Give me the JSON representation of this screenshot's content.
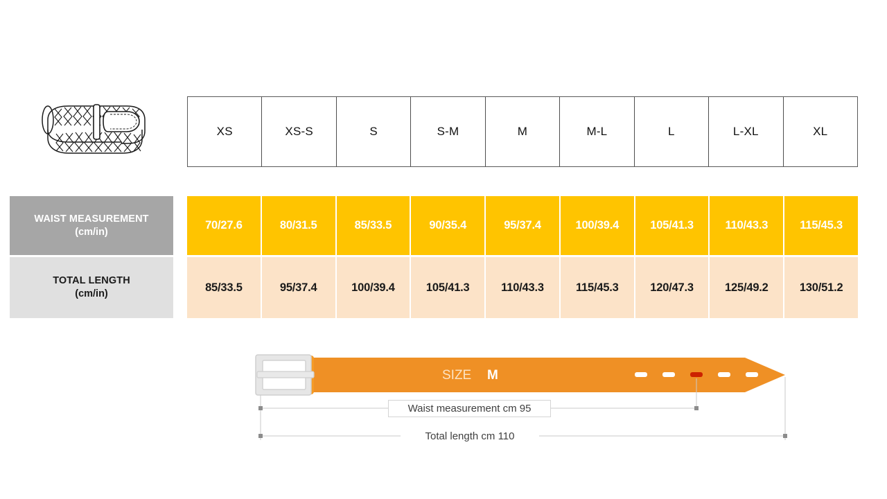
{
  "product": {
    "icon": "braided-belt-icon",
    "alt": "Braided belt"
  },
  "table": {
    "size_headers": [
      "XS",
      "XS-S",
      "S",
      "S-M",
      "M",
      "M-L",
      "L",
      "L-XL",
      "XL"
    ],
    "rows": [
      {
        "label_line1": "WAIST MEASUREMENT",
        "label_line2": "(cm/in)",
        "values": [
          "70/27.6",
          "80/31.5",
          "85/33.5",
          "90/35.4",
          "95/37.4",
          "100/39.4",
          "105/41.3",
          "110/43.3",
          "115/45.3"
        ]
      },
      {
        "label_line1": "TOTAL LENGTH",
        "label_line2": "(cm/in)",
        "values": [
          "85/33.5",
          "95/37.4",
          "100/39.4",
          "105/41.3",
          "110/43.3",
          "115/45.3",
          "120/47.3",
          "125/49.2",
          "130/51.2"
        ]
      }
    ]
  },
  "diagram": {
    "size_caption_prefix": "SIZE",
    "size_caption_value": "M",
    "waist_dimension_label": "Waist measurement cm 95",
    "total_length_label": "Total length cm 110",
    "holes_total": 5,
    "highlighted_hole_index": 3
  },
  "colors": {
    "orange": "#ffc400",
    "belt_orange": "#ef9025",
    "peach": "#fce3c8",
    "grey_dark": "#a6a6a6",
    "grey_light": "#e0e0e0",
    "hole_highlight": "#cc2200",
    "buckle_silver": "#d8d8d8"
  }
}
